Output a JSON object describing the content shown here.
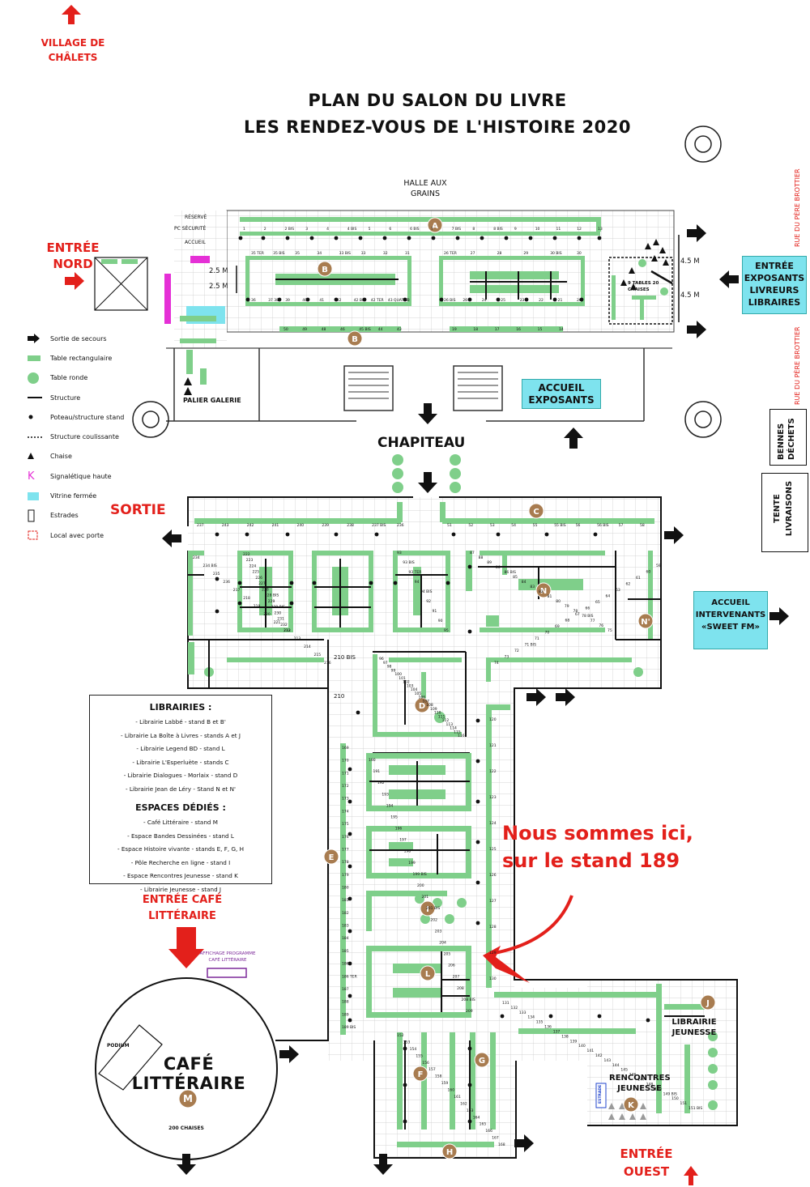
{
  "title": {
    "line1": "PLAN DU SALON DU LIVRE",
    "line2": "LES RENDEZ-VOUS DE L'HISTOIRE 2020"
  },
  "labels": {
    "village": "VILLAGE DE CHÂLETS",
    "entree_nord": "ENTRÉE NORD",
    "halle": "HALLE AUX GRAINS",
    "reserve": "RÉSERVÉ",
    "pc_securite": "PC SÉCURITÉ",
    "accueil": "ACCUEIL",
    "palier": "PALIER GALERIE",
    "chapiteau": "CHAPITEAU",
    "sortie": "SORTIE",
    "entree_cafe": "ENTRÉE CAFÉ LITTÉRAIRE",
    "affichage": "AFFICHAGE PROGRAMME CAFÉ LITTÉRAIRE",
    "cafe": "CAFÉ LITTÉRAIRE",
    "podium": "PODIUM",
    "chaises_200": "200 CHAISES",
    "entree_ouest": "ENTRÉE OUEST",
    "librairie_jeunesse": "LIBRAIRIE JEUNESSE",
    "rencontres_jeunesse": "RENCONTRES JEUNESSE",
    "estrade": "ESTRADE",
    "rue": "RUE DU PÈRE BROTTIER",
    "bennes": "BENNES DÉCHETS",
    "tente": "TENTE LIVRAISONS",
    "tables_chaises": "9 TABLES 20 CHAISES",
    "dim_2_5": "2.5 M",
    "dim_4_5": "4.5 M",
    "n210": "210",
    "n210bis": "210 BIS"
  },
  "cyan_boxes": {
    "entree_exposants": "ENTRÉE EXPOSANTS LIVREURS LIBRAIRES",
    "accueil_exposants": "ACCUEIL EXPOSANTS",
    "accueil_intervenants": "ACCUEIL INTERVENANTS «SWEET FM»"
  },
  "callout": {
    "line1": "Nous sommes ici,",
    "line2": "sur le stand 189"
  },
  "legend": [
    {
      "icon": "exit-arrow-icon",
      "label": "Sortie de secours"
    },
    {
      "icon": "rect-table-icon",
      "label": "Table rectangulaire"
    },
    {
      "icon": "round-table-icon",
      "label": "Table ronde"
    },
    {
      "icon": "structure-line-icon",
      "label": "Structure"
    },
    {
      "icon": "pole-icon",
      "label": "Poteau/structure stand"
    },
    {
      "icon": "sliding-structure-icon",
      "label": "Structure coulissante"
    },
    {
      "icon": "chair-icon",
      "label": "Chaise"
    },
    {
      "icon": "high-signage-icon",
      "label": "Signalétique haute"
    },
    {
      "icon": "closed-showcase-icon",
      "label": "Vitrine fermée"
    },
    {
      "icon": "stage-icon",
      "label": "Estrades"
    },
    {
      "icon": "door-room-icon",
      "label": "Local avec porte"
    }
  ],
  "librairies": {
    "title": "LIBRAIRIES :",
    "items": [
      "- Librairie Labbé - stand B et B'",
      "- Librairie La Boîte à Livres - stands A et J",
      "- Librairie Legend BD - stand L",
      "- Librairie L'Esperluète - stands C",
      "- Librairie Dialogues - Morlaix - stand D",
      "- Librairie Jean de Léry - Stand N et N'"
    ],
    "espaces_title": "ESPACES DÉDIÉS :",
    "espaces": [
      "- Café Littéraire - stand M",
      "- Espace Bandes Dessinées - stand L",
      "- Espace Histoire vivante - stands E, F, G, H",
      "- Pôle Recherche en ligne - stand I",
      "- Espace Rencontres Jeunesse - stand K",
      "- Librairie Jeunesse - stand J"
    ]
  },
  "zones": [
    "A",
    "B",
    "B'",
    "C",
    "D",
    "E",
    "F",
    "G",
    "H",
    "I",
    "J",
    "K",
    "L",
    "M",
    "N",
    "N'"
  ],
  "stands": {
    "halle_top": [
      "1",
      "2",
      "2 BIS",
      "3",
      "4",
      "4 BIS",
      "5",
      "6",
      "6 BIS",
      "7",
      "7 BIS",
      "8",
      "8 BIS",
      "9",
      "10",
      "11",
      "12",
      "13"
    ],
    "halle_b": [
      "35 TER",
      "35 BIS",
      "35",
      "34",
      "33 BIS",
      "33",
      "32",
      "31",
      "36",
      "37 38",
      "39",
      "40",
      "41",
      "42",
      "42 BIS",
      "42 TER",
      "43 QUATER",
      "43"
    ],
    "halle_b2": [
      "50",
      "49",
      "48",
      "46",
      "45 BIS",
      "44",
      "43"
    ],
    "halle_right": [
      "26 TER",
      "27",
      "28",
      "29",
      "30 BIS",
      "30",
      "26 BIS",
      "26",
      "24",
      "25",
      "23",
      "22",
      "21",
      "20",
      "19",
      "18",
      "17",
      "16",
      "15",
      "14"
    ],
    "chapiteau_top": [
      "237",
      "243",
      "242",
      "241",
      "240",
      "239",
      "238",
      "237 BIS",
      "236",
      "51",
      "52",
      "53",
      "54",
      "55",
      "55 BIS",
      "56",
      "56 BIS",
      "57",
      "58"
    ],
    "mid_left": [
      "222",
      "223",
      "224",
      "225",
      "226",
      "227",
      "228",
      "228 BIS",
      "229",
      "229 BIS",
      "230",
      "231",
      "232",
      "233",
      "234",
      "234 BIS",
      "235",
      "236",
      "217",
      "218",
      "219",
      "220",
      "221",
      "212",
      "213",
      "214",
      "215",
      "216"
    ],
    "mid_center": [
      "93",
      "93 BIS",
      "93 TER",
      "94",
      "94 BIS",
      "92",
      "91",
      "90",
      "95"
    ],
    "mid_n": [
      "87",
      "88",
      "89",
      "86",
      "86 BIS",
      "85",
      "84",
      "83",
      "82",
      "81",
      "80",
      "79",
      "78",
      "78 BIS",
      "77",
      "76",
      "75",
      "74",
      "73",
      "72",
      "71 BIS",
      "71",
      "70",
      "69",
      "68",
      "67",
      "66",
      "65",
      "64",
      "63",
      "62",
      "61",
      "60",
      "59"
    ],
    "d_area": [
      "96",
      "97",
      "98",
      "99",
      "100",
      "101",
      "102",
      "103",
      "104",
      "105",
      "106",
      "107",
      "108",
      "109",
      "110",
      "111",
      "112",
      "113",
      "114",
      "115",
      "116"
    ],
    "south_left": [
      "169",
      "170",
      "171",
      "172",
      "173",
      "174",
      "175",
      "176",
      "177",
      "178",
      "179",
      "180",
      "181",
      "182",
      "183",
      "184",
      "185",
      "186",
      "186 TER",
      "187",
      "188",
      "189",
      "189 BIS"
    ],
    "south_right": [
      "120",
      "121",
      "122",
      "123",
      "124",
      "125",
      "126",
      "127",
      "128",
      "129",
      "130",
      "131",
      "132",
      "133",
      "134",
      "135",
      "136",
      "137",
      "138",
      "139",
      "140",
      "141",
      "142",
      "143",
      "144",
      "145",
      "146",
      "147",
      "148",
      "149",
      "149 BIS",
      "150",
      "151",
      "151 BIS"
    ],
    "south_center": [
      "190",
      "191",
      "192",
      "193",
      "194",
      "195",
      "196",
      "197",
      "198",
      "199",
      "199 BIS",
      "200",
      "201",
      "201 BIS",
      "202",
      "203",
      "204",
      "205",
      "206",
      "207",
      "208",
      "208 BIS",
      "209"
    ],
    "south_bottom": [
      "152",
      "153",
      "154",
      "155",
      "156",
      "157",
      "158",
      "159",
      "160",
      "161",
      "162",
      "163",
      "164",
      "165",
      "166",
      "167",
      "168"
    ]
  }
}
